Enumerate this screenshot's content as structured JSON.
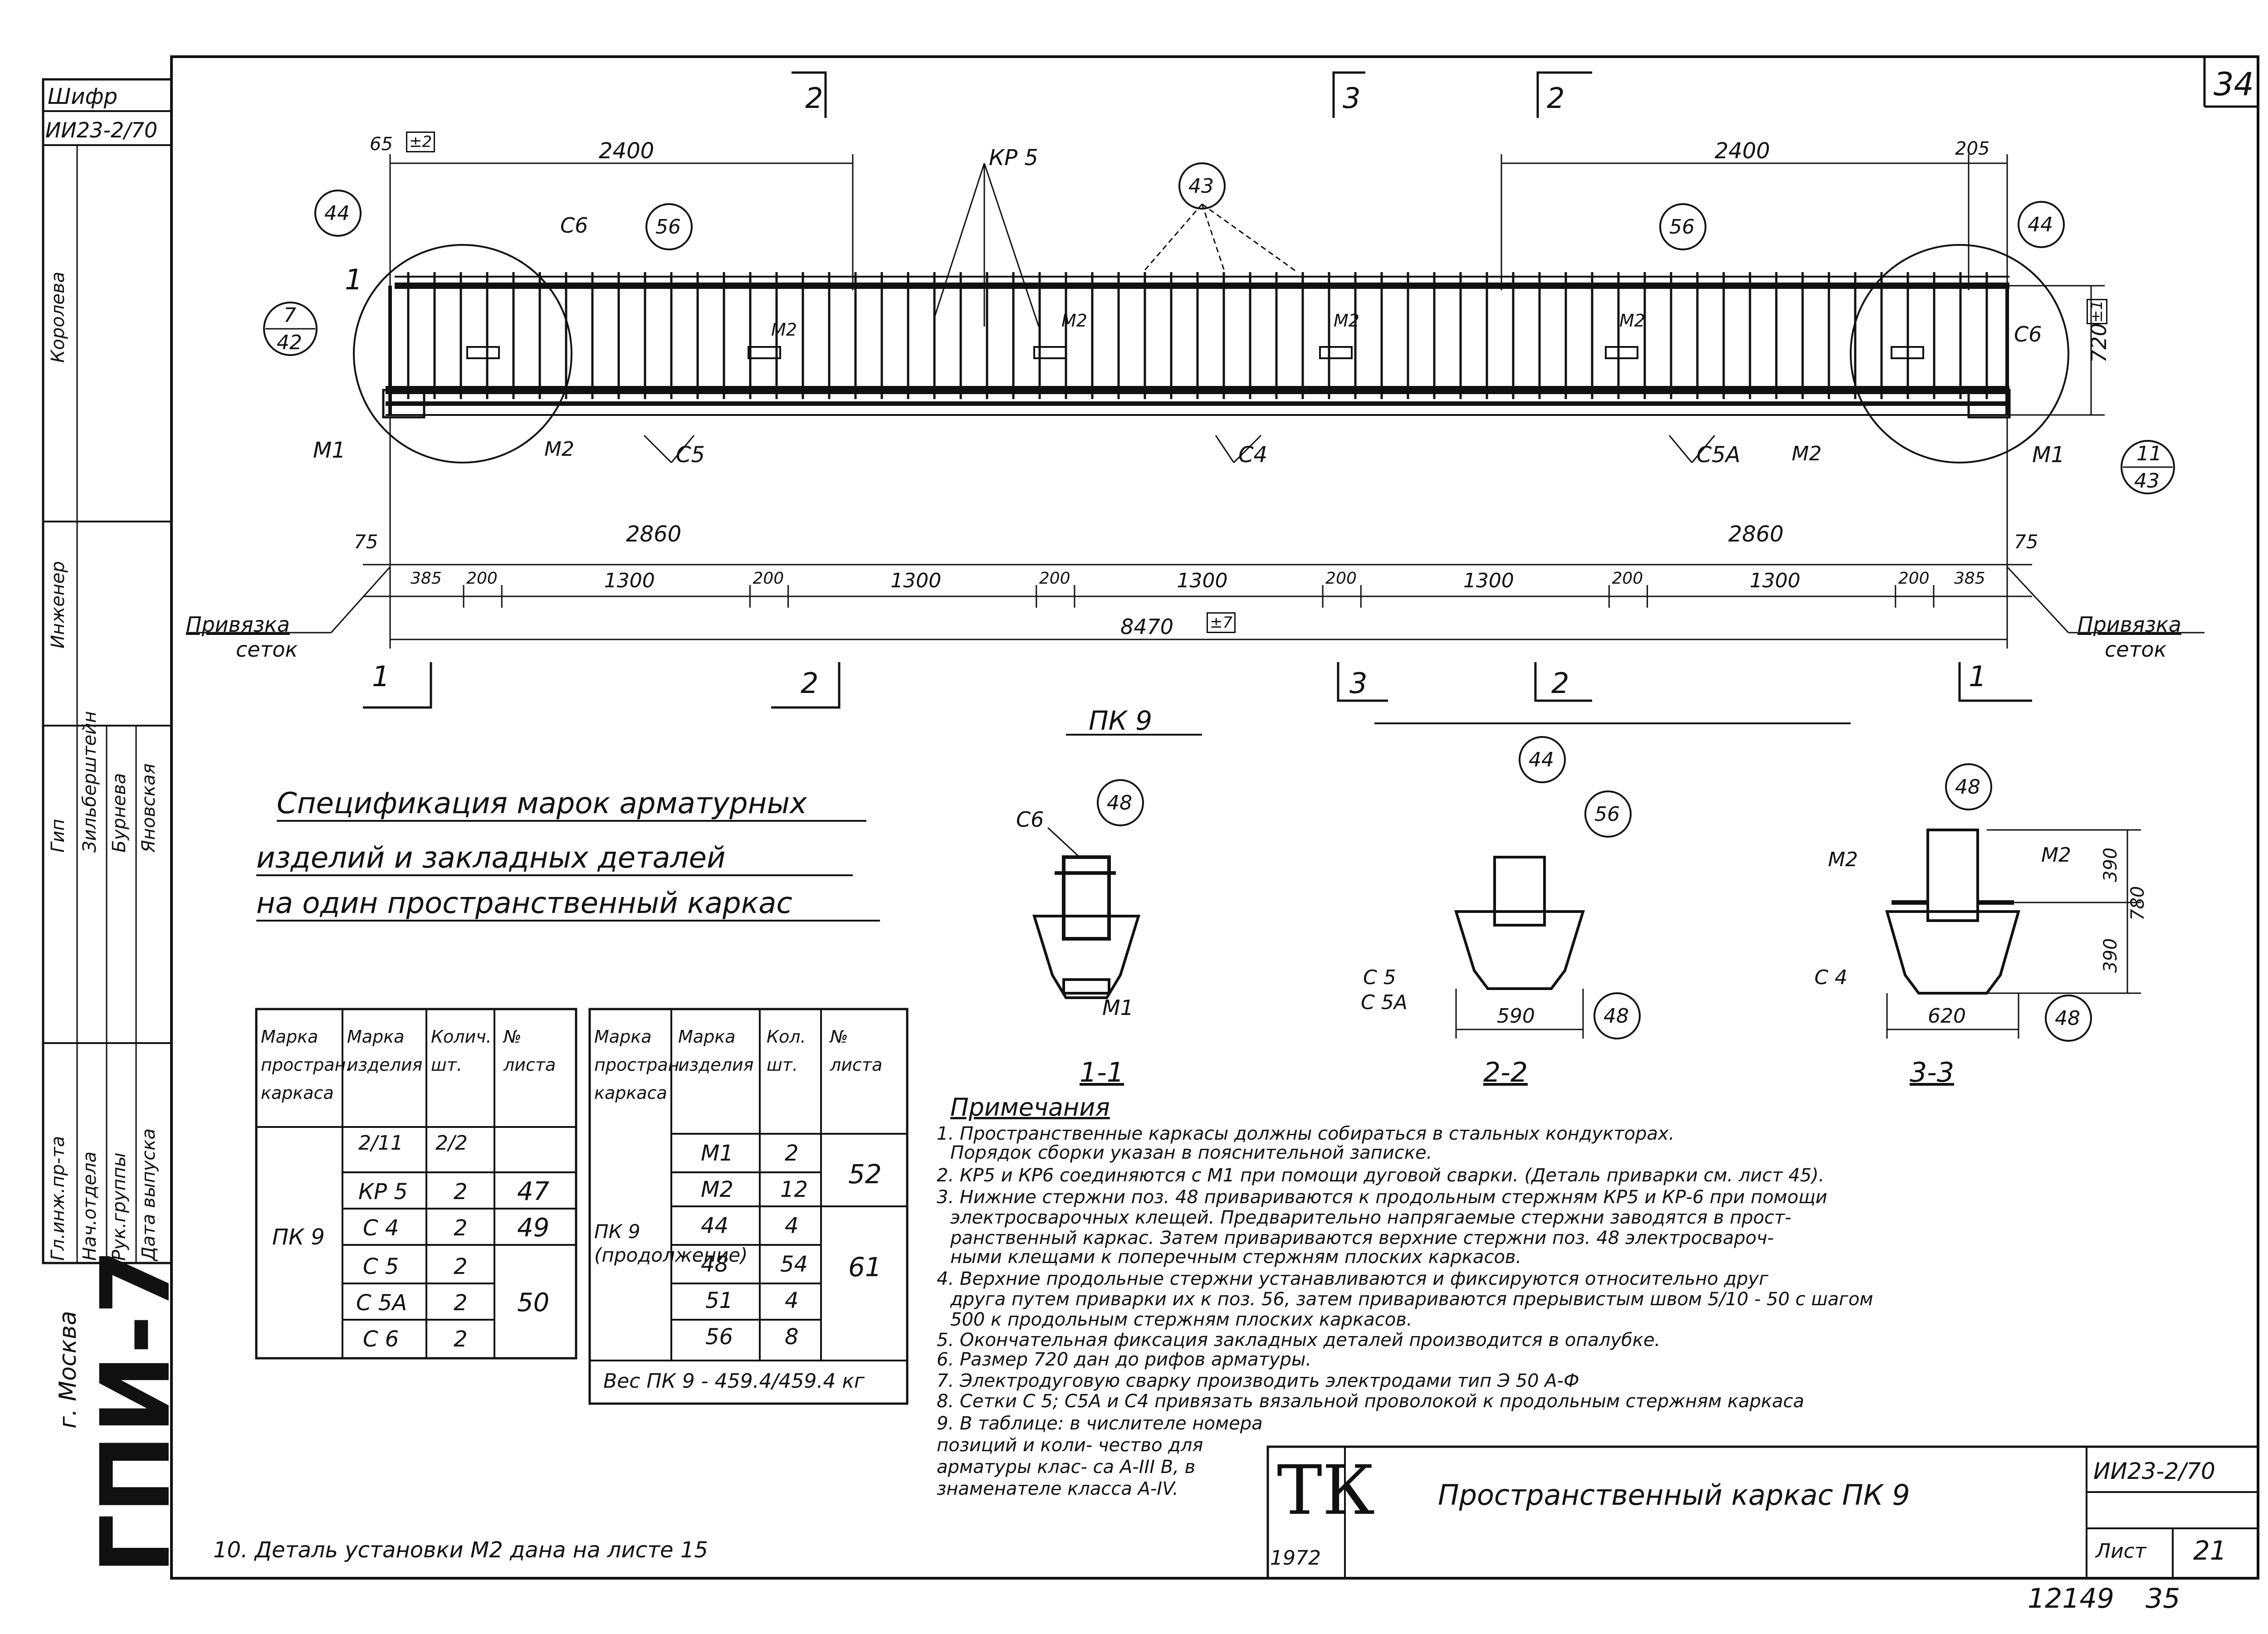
{
  "sheet": {
    "top_right_number": "34",
    "cipher_label": "Шифр",
    "cipher_value": "ИИ23-2/70",
    "bottom_number": "12149",
    "bottom_number_2": "35"
  },
  "side_stamp": {
    "org": "ГПИ-7",
    "city": "г. Москва",
    "roles": [
      "Гл.инж.пр-та",
      "Нач.отдела",
      "Рук.группы",
      "Дата выпуска",
      "Гип",
      "Инженер"
    ],
    "names": [
      "Зильберштейн",
      "Бурнева",
      "Яновская",
      "Королева"
    ]
  },
  "plan": {
    "title": "ПК 9",
    "dims_top": [
      "65",
      "2400",
      "2400",
      "205"
    ],
    "tol_top_left": "±2",
    "dims_mid": [
      "75",
      "2860",
      "2860",
      "75"
    ],
    "dims_bottom": [
      "385",
      "200",
      "1300",
      "200",
      "1300",
      "200",
      "1300",
      "200",
      "1300",
      "200",
      "1300",
      "200",
      "385"
    ],
    "total": "8470",
    "total_tol": "±7",
    "height": "720",
    "height_tol": "±1",
    "binding_label_1": "Привязка",
    "binding_label_2": "сеток",
    "labels": {
      "kp5": "КР 5",
      "c6": "С6",
      "c5": "С5",
      "c4": "С4",
      "c5a": "С5А",
      "m1": "М1",
      "m2": "М2"
    },
    "callouts": {
      "p44": "44",
      "p56": "56",
      "p43": "43",
      "det_left_num": "7",
      "det_left_den": "42",
      "det_right_num": "11",
      "det_right_den": "43"
    },
    "section_marks": [
      "1",
      "2",
      "3",
      "2",
      "1",
      "2",
      "3",
      "2",
      "1"
    ]
  },
  "spec_title": [
    "Спецификация марок арматурных",
    "изделий и закладных деталей",
    "на один пространственный каркас"
  ],
  "table1": {
    "headers": [
      "Марка простран. каркаса",
      "Марка изделия",
      "Колич. шт.",
      "№ листа"
    ],
    "frame": "ПК 9",
    "rows": [
      {
        "item": "2/11",
        "qty": "2/2",
        "sheet": ""
      },
      {
        "item": "КР 5",
        "qty": "2",
        "sheet": "47"
      },
      {
        "item": "С 4",
        "qty": "2",
        "sheet": "49"
      },
      {
        "item": "С 5",
        "qty": "2",
        "sheet": ""
      },
      {
        "item": "С 5А",
        "qty": "2",
        "sheet": "50"
      },
      {
        "item": "С 6",
        "qty": "2",
        "sheet": ""
      }
    ]
  },
  "table2": {
    "headers": [
      "Марка простран. каркаса",
      "Марка изделия",
      "Кол. шт.",
      "№ листа"
    ],
    "frame": "ПК 9 (продолжение)",
    "rows": [
      {
        "item": "М1",
        "qty": "2"
      },
      {
        "item": "М2",
        "qty": "12"
      },
      {
        "item": "44",
        "qty": "4"
      },
      {
        "item": "48",
        "qty": "54"
      },
      {
        "item": "51",
        "qty": "4"
      },
      {
        "item": "56",
        "qty": "8"
      }
    ],
    "sheet_a": "52",
    "sheet_b": "61",
    "weight": "Вес ПК 9 - 459.4/459.4 кг"
  },
  "sections": [
    {
      "title": "1-1",
      "labels": [
        "С6",
        "48",
        "М1"
      ]
    },
    {
      "title": "2-2",
      "labels": [
        "44",
        "56",
        "С 5",
        "С 5А",
        "590",
        "48"
      ]
    },
    {
      "title": "3-3",
      "labels": [
        "48",
        "М2",
        "М2",
        "390",
        "780",
        "390",
        "С 4",
        "620",
        "48"
      ]
    }
  ],
  "notes_title": "Примечания",
  "notes": [
    "1. Пространственные каркасы должны собираться в стальных кондукторах.",
    "Порядок сборки указан в пояснительной записке.",
    "2. КР5 и КР6 соединяются с М1 при помощи дуговой сварки. (Деталь приварки см. лист 45).",
    "3. Нижние стержни поз. 48 привариваются к продольным стержням КР5 и КР-6 при помощи",
    "электросварочных клещей. Предварительно напрягаемые стержни заводятся в прост-",
    "ранственный каркас. Затем привариваются верхние стержни поз. 48 электросвароч-",
    "ными клещами к поперечным стержням плоских каркасов.",
    "4. Верхние продольные стержни устанавливаются и фиксируются относительно друг",
    "друга путем приварки их к поз. 56, затем привариваются прерывистым швом 5/10 - 50 с шагом",
    "500 к продольным стержням плоских каркасов.",
    "5. Окончательная фиксация закладных деталей производится в опалубке.",
    "6. Размер 720 дан до рифов арматуры.",
    "7. Электродуговую сварку производить электродами тип Э 50 А-Ф",
    "8. Сетки С 5; С5А и С4 привязать вязальной проволокой к продольным стержням каркаса",
    "9. В таблице: в числителе номера позиций и коли- чество для арматуры клас- са А-III В, в знаменателе класса А-IV."
  ],
  "note_10": "10. Деталь установки М2 дана на листе 15",
  "title_block": {
    "logo": "ТК",
    "year": "1972",
    "title": "Пространственный каркас ПК 9",
    "code": "ИИ23-2/70",
    "sheet_label": "Лист",
    "sheet_no": "21"
  }
}
